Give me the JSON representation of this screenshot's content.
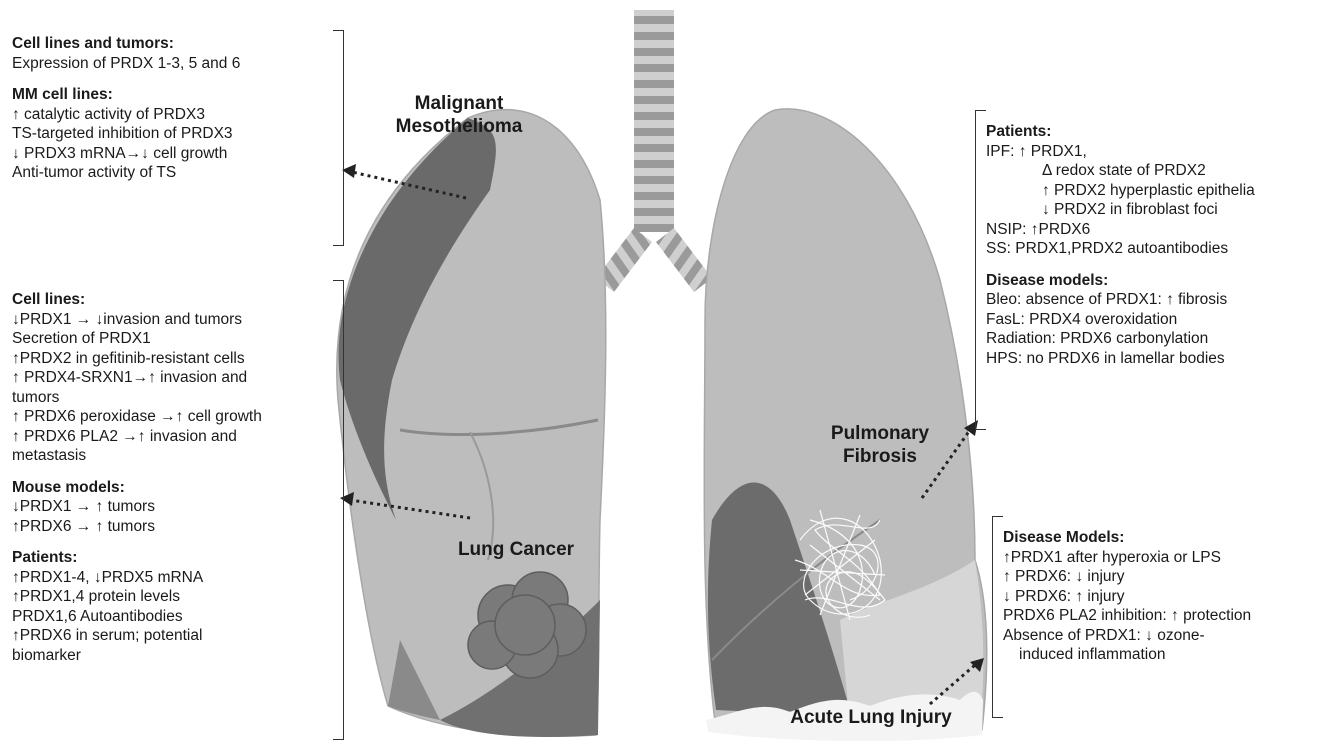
{
  "labels": {
    "mesothelioma": [
      "Malignant",
      "Mesothelioma"
    ],
    "lung_cancer": "Lung Cancer",
    "pulmonary_fibrosis": [
      "Pulmonary",
      "Fibrosis"
    ],
    "acute_lung_injury": "Acute Lung Injury"
  },
  "panels": {
    "mesothelioma": [
      {
        "heading": "Cell lines and tumors:",
        "lines": [
          "Expression of PRDX 1-3, 5 and 6"
        ]
      },
      {
        "heading": "MM cell lines:",
        "lines": [
          "↑ catalytic activity of PRDX3",
          "TS-targeted inhibition of PRDX3",
          "↓ PRDX3 mRNA→↓ cell growth",
          "Anti-tumor activity of TS"
        ]
      }
    ],
    "lung_cancer": [
      {
        "heading": "Cell lines:",
        "lines": [
          "↓PRDX1 → ↓invasion and tumors",
          "Secretion of PRDX1",
          "↑PRDX2 in gefitinib-resistant cells",
          "↑ PRDX4-SRXN1→↑ invasion and",
          "tumors",
          "↑ PRDX6 peroxidase →↑ cell growth",
          "↑ PRDX6 PLA2 →↑ invasion and",
          "metastasis"
        ]
      },
      {
        "heading": "Mouse models:",
        "lines": [
          "↓PRDX1 → ↑ tumors",
          "↑PRDX6 → ↑ tumors"
        ]
      },
      {
        "heading": "Patients:",
        "lines": [
          "↑PRDX1-4, ↓PRDX5 mRNA",
          "↑PRDX1,4 protein levels",
          "PRDX1,6 Autoantibodies",
          "↑PRDX6 in serum; potential",
          "biomarker"
        ]
      }
    ],
    "fibrosis": [
      {
        "heading": "Patients:",
        "lines": [
          "IPF: ↑ PRDX1,",
          "Δ redox state of PRDX2",
          "↑ PRDX2 hyperplastic epithelia",
          "↓ PRDX2 in fibroblast foci",
          "NSIP: ↑PRDX6",
          "SS: PRDX1,PRDX2 autoantibodies"
        ]
      },
      {
        "heading": "Disease models:",
        "lines": [
          "Bleo: absence of PRDX1: ↑ fibrosis",
          "FasL: PRDX4 overoxidation",
          "Radiation: PRDX6 carbonylation",
          "HPS: no PRDX6 in lamellar bodies"
        ]
      }
    ],
    "ali": [
      {
        "heading": "Disease Models:",
        "lines": [
          "↑PRDX1 after hyperoxia or LPS",
          "↑ PRDX6: ↓ injury",
          "↓ PRDX6: ↑ injury",
          "PRDX6 PLA2 inhibition: ↑ protection",
          "Absence of PRDX1: ↓ ozone-",
          "induced inflammation"
        ]
      }
    ]
  }
}
